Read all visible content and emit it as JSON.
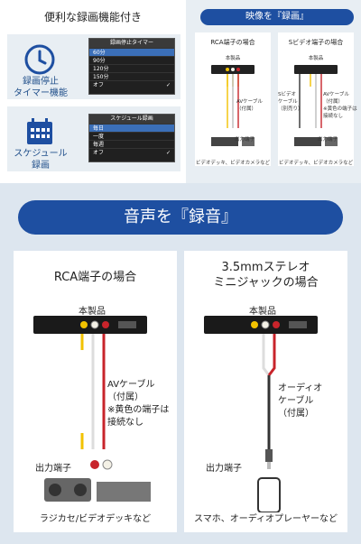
{
  "left": {
    "heading": "便利な録画機能付き",
    "timer_card": {
      "label": "録画停止\nタイマー機能",
      "menu_title": "録画停止タイマー",
      "items": [
        "60分",
        "90分",
        "120分",
        "150分",
        "オフ"
      ],
      "selected_index": 0,
      "checked_index": 4
    },
    "schedule_card": {
      "label": "スケジュール\n録画",
      "menu_title": "スケジュール録画",
      "items": [
        "毎日",
        "一度",
        "毎週",
        "オフ"
      ],
      "selected_index": 0,
      "checked_index": 3
    }
  },
  "video": {
    "title": "映像を『録画』",
    "rca": {
      "heading": "RCA端子の場合",
      "product": "本製品",
      "cable": "AVケーブル\n（付属）",
      "output": "出力端子",
      "caption": "ビデオデッキ、ビデオカメラなど"
    },
    "svideo": {
      "heading": "Sビデオ端子の場合",
      "product": "本製品",
      "s_cable": "Sビデオ\nケーブル\n（別売り）",
      "av_cable": "AVケーブル\n（付属）\n※黄色の端子は\n接続なし",
      "output": "出力端子",
      "caption": "ビデオデッキ、ビデオカメラなど"
    }
  },
  "audio": {
    "title": "音声を『録音』",
    "rca": {
      "heading": "RCA端子の場合",
      "product": "本製品",
      "cable": "AVケーブル\n（付属）\n※黄色の端子は\n接続なし",
      "output": "出力端子",
      "caption": "ラジカセ/ビデオデッキなど"
    },
    "mini": {
      "heading": "3.5mmステレオ\nミニジャックの場合",
      "product": "本製品",
      "cable": "オーディオ\nケーブル\n（付属）",
      "output": "出力端子",
      "caption": "スマホ、オーディオプレーヤーなど"
    }
  },
  "colors": {
    "accent": "#1e4fa1",
    "panel_bg": "#e8eef3",
    "cable_red": "#c8242b",
    "cable_white": "#f4f1e6",
    "cable_yellow": "#f2c200"
  }
}
